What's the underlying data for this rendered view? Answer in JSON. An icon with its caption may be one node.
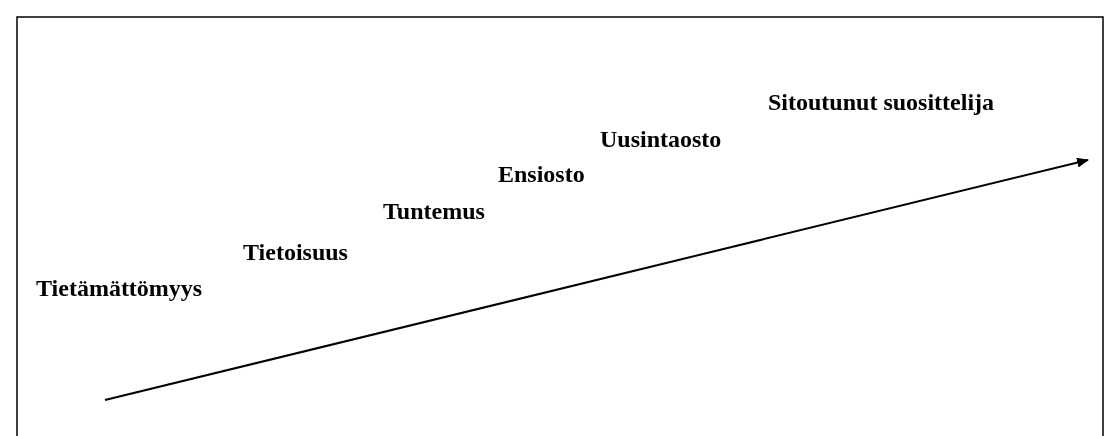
{
  "diagram": {
    "labels": [
      "Sitoutunut suosittelija",
      "Uusintaosto",
      "Ensiosto",
      "Tuntemus",
      "Tietoisuus",
      "Tietämättömyys"
    ]
  }
}
